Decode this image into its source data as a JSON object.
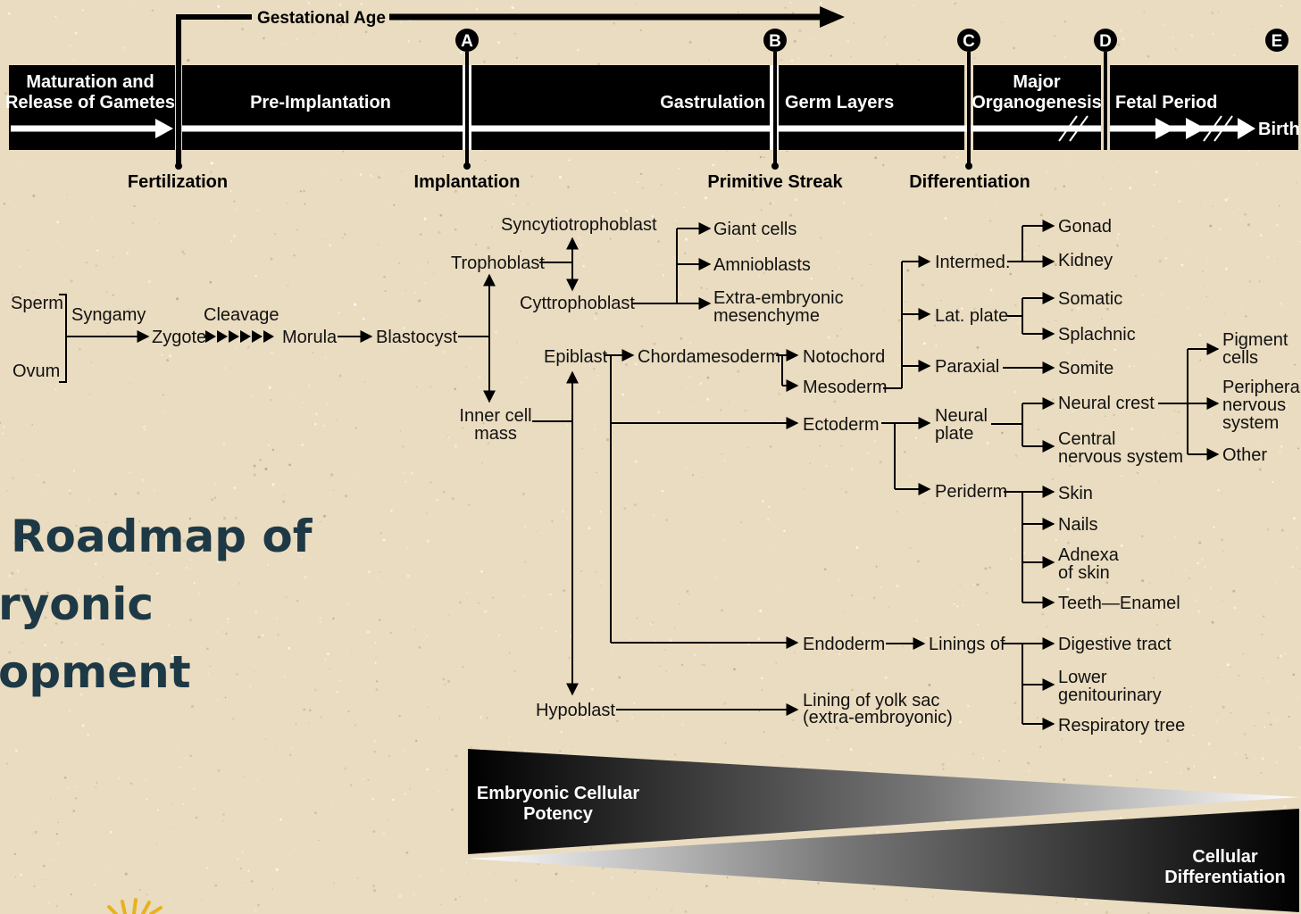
{
  "timeline": {
    "gestational_age": "Gestational Age",
    "markers": {
      "a": "A",
      "b": "B",
      "c": "C",
      "d": "D",
      "e": "E"
    },
    "stages": {
      "maturation_1": "Maturation and",
      "maturation_2": "Release of Gametes",
      "pre_implantation": "Pre-Implantation",
      "gastrulation": "Gastrulation",
      "germ_layers": "Germ Layers",
      "organogenesis_1": "Major",
      "organogenesis_2": "Organogenesis",
      "fetal_period": "Fetal Period",
      "birth": "Birth"
    },
    "events": {
      "fertilization": "Fertilization",
      "implantation": "Implantation",
      "primitive_streak": "Primitive Streak",
      "differentiation": "Differentiation"
    }
  },
  "flow": {
    "sperm": "Sperm",
    "ovum": "Ovum",
    "syngamy": "Syngamy",
    "cleavage": "Cleavage",
    "zygote": "Zygote",
    "morula": "Morula",
    "blastocyst": "Blastocyst",
    "trophoblast": "Trophoblast",
    "syncytiotrophoblast": "Syncytiotrophoblast",
    "cytotrophoblast": "Cyttrophoblast",
    "giant_cells": "Giant cells",
    "amnioblasts": "Amnioblasts",
    "extra_embryonic_1": "Extra-embryonic",
    "extra_embryonic_2": "mesenchyme",
    "inner_cell_1": "Inner cell",
    "inner_cell_2": "mass",
    "epiblast": "Epiblast",
    "hypoblast": "Hypoblast",
    "chordamesoderm": "Chordamesoderm",
    "notochord": "Notochord",
    "mesoderm": "Mesoderm",
    "ectoderm": "Ectoderm",
    "endoderm": "Endoderm",
    "intermed": "Intermed.",
    "lat_plate": "Lat. plate",
    "paraxial": "Paraxial",
    "gonad": "Gonad",
    "kidney": "Kidney",
    "somatic": "Somatic",
    "splachnic": "Splachnic",
    "somite": "Somite",
    "neural_plate_1": "Neural",
    "neural_plate_2": "plate",
    "neural_crest": "Neural crest",
    "cns_1": "Central",
    "cns_2": "nervous system",
    "pigment_1": "Pigment",
    "pigment_2": "cells",
    "pns_1": "Peripheral",
    "pns_2": "nervous",
    "pns_3": "system",
    "other": "Other",
    "periderm": "Periderm",
    "skin": "Skin",
    "nails": "Nails",
    "adnexa_1": "Adnexa",
    "adnexa_2": "of skin",
    "teeth": "Teeth—Enamel",
    "linings_of": "Linings of",
    "digestive": "Digestive tract",
    "lower_1": "Lower",
    "lower_2": "genitourinary",
    "respiratory": "Respiratory tree",
    "yolk_1": "Lining of yolk sac",
    "yolk_2": "(extra-embroyonic)"
  },
  "gradient": {
    "potency_1": "Embryonic Cellular",
    "potency_2": "Potency",
    "diff_1": "Cellular",
    "diff_2": "Differentiation"
  },
  "title": {
    "line1": "Roadmap of",
    "line2": "ryonic",
    "line3": "opment"
  },
  "colors": {
    "background": "#eadcc0",
    "timeline_bar": "#000000",
    "title": "#1e3946"
  }
}
